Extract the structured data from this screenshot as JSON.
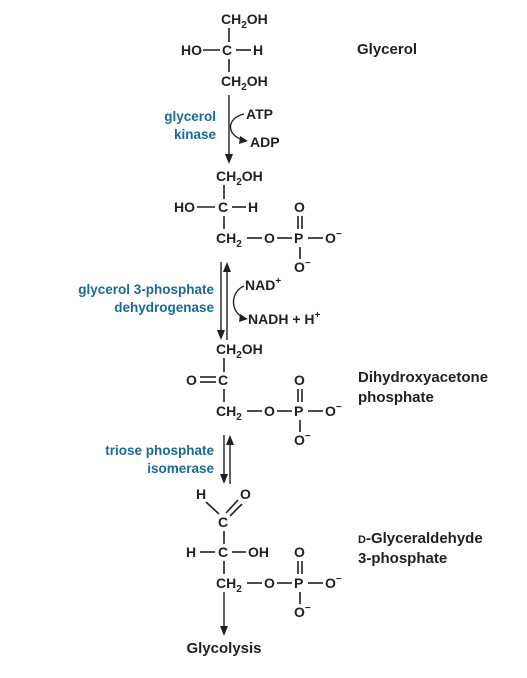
{
  "colors": {
    "text": "#231f20",
    "enzyme": "#1a6a96"
  },
  "molecules": {
    "glycerol": {
      "name": "Glycerol"
    },
    "dhap": {
      "name_line1": "Dihydroxyacetone",
      "name_line2": "phosphate"
    },
    "g3p": {
      "name_prefix": "D",
      "name_line1": "-Glyceraldehyde",
      "name_line2": "3-phosphate"
    }
  },
  "steps": {
    "step1": {
      "enzyme_line1": "glycerol",
      "enzyme_line2": "kinase",
      "cofactor_in": "ATP",
      "cofactor_out": "ADP"
    },
    "step2": {
      "enzyme_line1": "glycerol 3-phosphate",
      "enzyme_line2": "dehydrogenase",
      "cofactor_in": "NAD",
      "cofactor_in_charge": "+",
      "cofactor_out": "NADH + H",
      "cofactor_out_charge": "+"
    },
    "step3": {
      "enzyme_line1": "triose phosphate",
      "enzyme_line2": "isomerase"
    }
  },
  "end": {
    "label": "Glycolysis"
  },
  "atoms": {
    "ch2oh": "CH",
    "oh_tail": "OH",
    "sub2": "2",
    "ho": "HO",
    "h": "H",
    "c": "C",
    "o": "O",
    "p": "P",
    "ominus": "O",
    "minus": "−"
  }
}
